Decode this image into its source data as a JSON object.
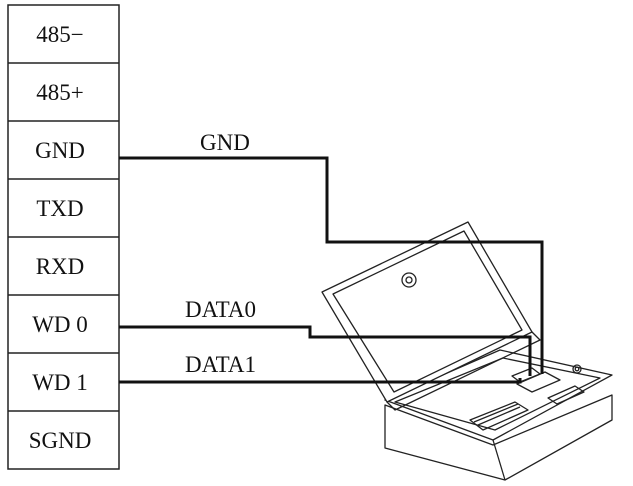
{
  "terminal_block": {
    "terminals": [
      {
        "label": "485−"
      },
      {
        "label": "485+"
      },
      {
        "label": "GND"
      },
      {
        "label": "TXD"
      },
      {
        "label": "RXD"
      },
      {
        "label": "WD 0"
      },
      {
        "label": "WD 1"
      },
      {
        "label": "SGND"
      }
    ]
  },
  "wires": {
    "gnd": {
      "label": "GND"
    },
    "data0": {
      "label": "DATA0"
    },
    "data1": {
      "label": "DATA1"
    }
  },
  "device": {
    "icon": "card-reader-icon"
  },
  "colors": {
    "line": "#111111",
    "background": "#ffffff"
  }
}
